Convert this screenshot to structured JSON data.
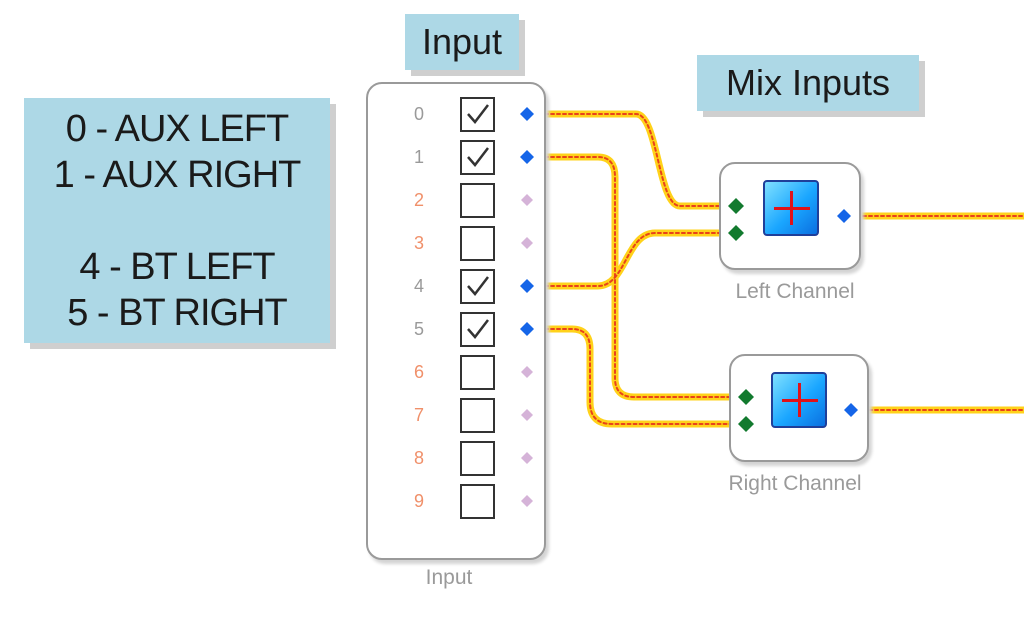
{
  "notes": {
    "lines": [
      "0 - AUX LEFT",
      "1 - AUX RIGHT",
      "",
      "4 - BT LEFT",
      "5 -  BT RIGHT"
    ]
  },
  "titles": {
    "input": "Input",
    "mix": "Mix Inputs"
  },
  "input_block": {
    "caption": "Input",
    "channels": [
      {
        "num": "0",
        "checked": true
      },
      {
        "num": "1",
        "checked": true
      },
      {
        "num": "2",
        "checked": false
      },
      {
        "num": "3",
        "checked": false
      },
      {
        "num": "4",
        "checked": true
      },
      {
        "num": "5",
        "checked": true
      },
      {
        "num": "6",
        "checked": false
      },
      {
        "num": "7",
        "checked": false
      },
      {
        "num": "8",
        "checked": false
      },
      {
        "num": "9",
        "checked": false
      }
    ]
  },
  "mixers": {
    "left": {
      "caption": "Left Channel",
      "icon": "mixer-plus-icon"
    },
    "right": {
      "caption": "Right Channel",
      "icon": "mixer-plus-icon"
    }
  },
  "connections": [
    {
      "from": "input-0",
      "to": "left-channel-in-1"
    },
    {
      "from": "input-4",
      "to": "left-channel-in-2"
    },
    {
      "from": "input-1",
      "to": "right-channel-in-1"
    },
    {
      "from": "input-5",
      "to": "right-channel-in-2"
    },
    {
      "from": "left-channel-out",
      "to": "offscreen"
    },
    {
      "from": "right-channel-out",
      "to": "offscreen"
    }
  ],
  "colors": {
    "box_bg": "#add8e6",
    "wire_outer": "#ffd21a",
    "wire_inner": "#e8421a",
    "pin_active": "#1565e8",
    "pin_inactive": "#d5b3d8",
    "pin_input": "#127a2e",
    "num_active": "#9a9a9a",
    "num_inactive": "#f0906a",
    "plus": "#e0121a"
  }
}
